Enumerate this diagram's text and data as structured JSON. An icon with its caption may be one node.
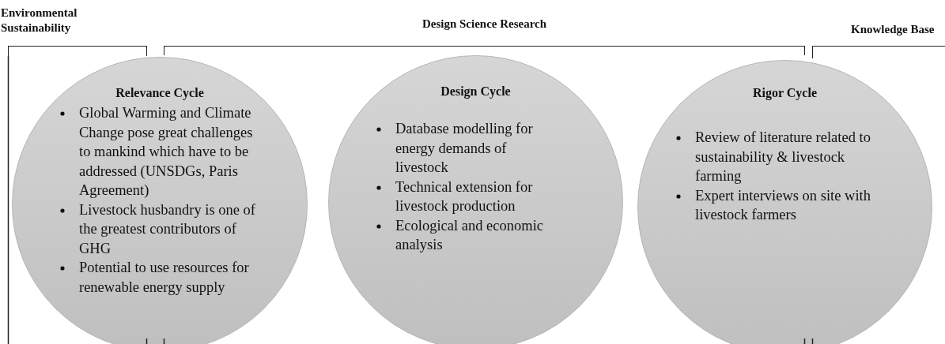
{
  "diagram": {
    "nodes": [
      {
        "text": [
          "Environmental Sustainability"
        ]
      },
      {
        "text": [
          "Design Science Research"
        ]
      },
      {
        "text": [
          "Knowledge Base"
        ]
      },
      {
        "text": [
          "Relevance Cycle",
          "Global Warming and Climate Change pose great challenges to mankind which have to be addressed (UNSDGs, Paris Agreement)",
          "Livestock husbandry is one of the greatest contributors of GHG",
          "Potential to use resources for renewable energy supply"
        ]
      },
      {
        "text": [
          "Design Cycle",
          "Database modelling for energy demands of livestock",
          "Technical extension for livestock production",
          "Ecological and economic analysis"
        ]
      },
      {
        "text": [
          "Rigor Cycle",
          "Review of literature related to sustainability & livestock farming",
          "Expert interviews on site with livestock farmers"
        ]
      }
    ]
  }
}
